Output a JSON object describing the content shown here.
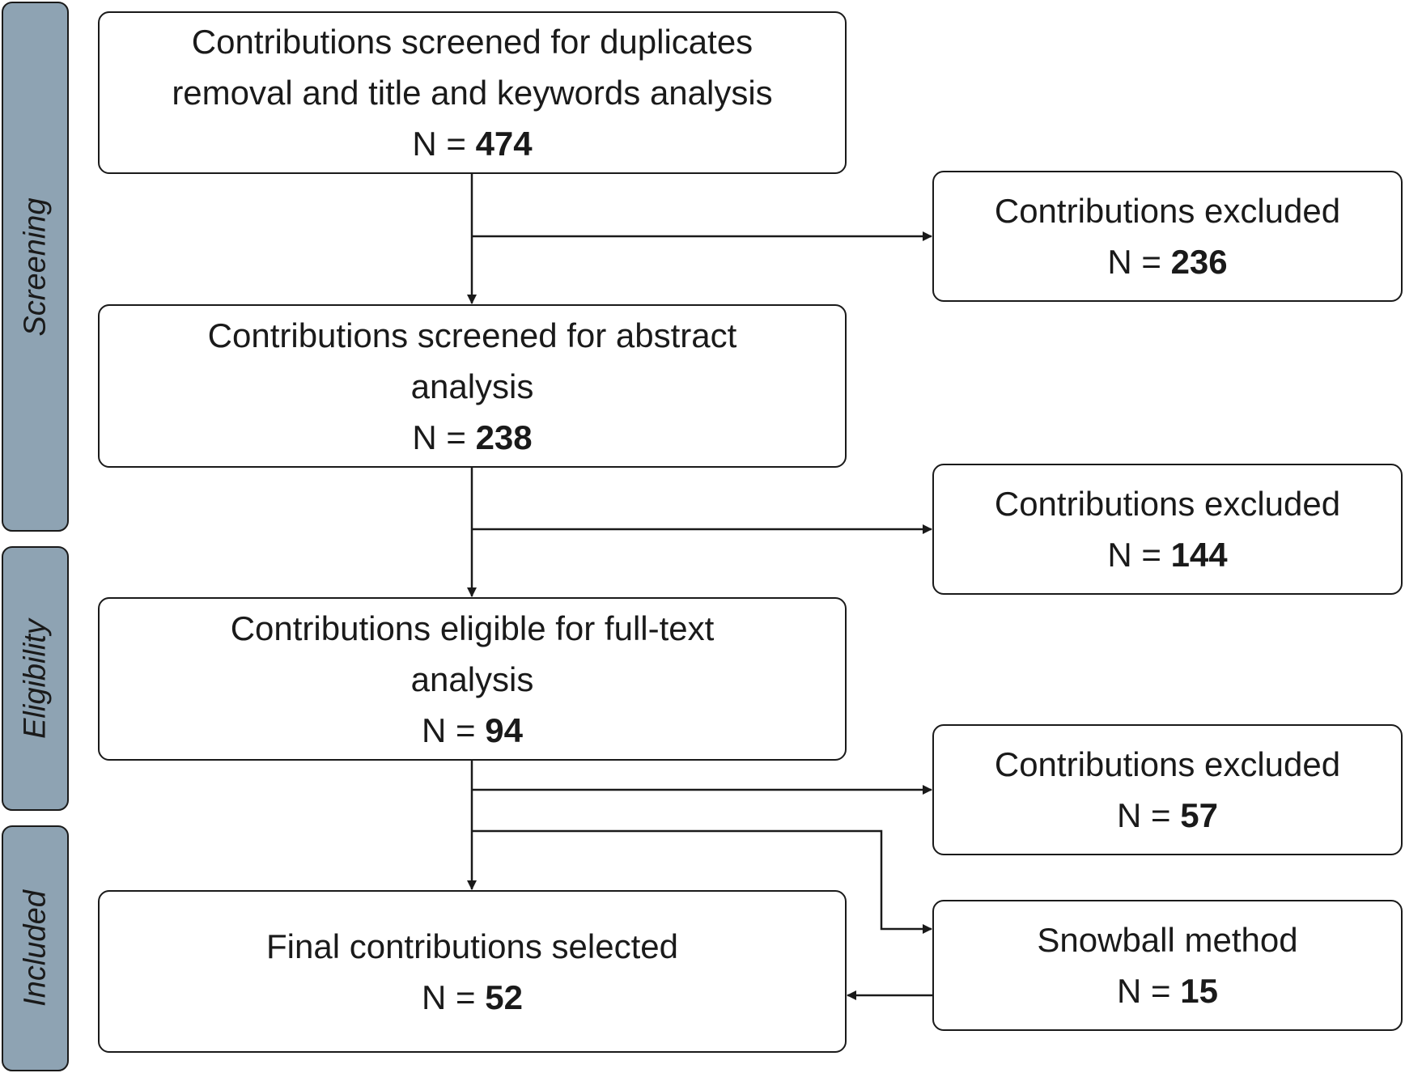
{
  "phases": [
    {
      "label": "Screening"
    },
    {
      "label": "Eligibility"
    },
    {
      "label": "Included"
    }
  ],
  "main_boxes": [
    {
      "lines": [
        "Contributions screened for duplicates",
        "removal and title and keywords analysis"
      ],
      "count_prefix": "N = ",
      "count": "474"
    },
    {
      "lines": [
        "Contributions screened for abstract",
        "analysis"
      ],
      "count_prefix": "N = ",
      "count": "238"
    },
    {
      "lines": [
        "Contributions eligible for full-text",
        "analysis"
      ],
      "count_prefix": "N = ",
      "count": "94"
    },
    {
      "lines": [
        "Final contributions selected"
      ],
      "count_prefix": "N = ",
      "count": "52"
    }
  ],
  "side_boxes": [
    {
      "label": "Contributions excluded",
      "count_prefix": "N = ",
      "count": "236"
    },
    {
      "label": "Contributions excluded",
      "count_prefix": "N = ",
      "count": "144"
    },
    {
      "label": "Contributions excluded",
      "count_prefix": "N = ",
      "count": "57"
    },
    {
      "label": "Snowball method",
      "count_prefix": "N = ",
      "count": "15"
    }
  ],
  "colors": {
    "phase_fill": "#8ea3b3",
    "stroke": "#1a1a1a",
    "box_fill": "#ffffff"
  }
}
